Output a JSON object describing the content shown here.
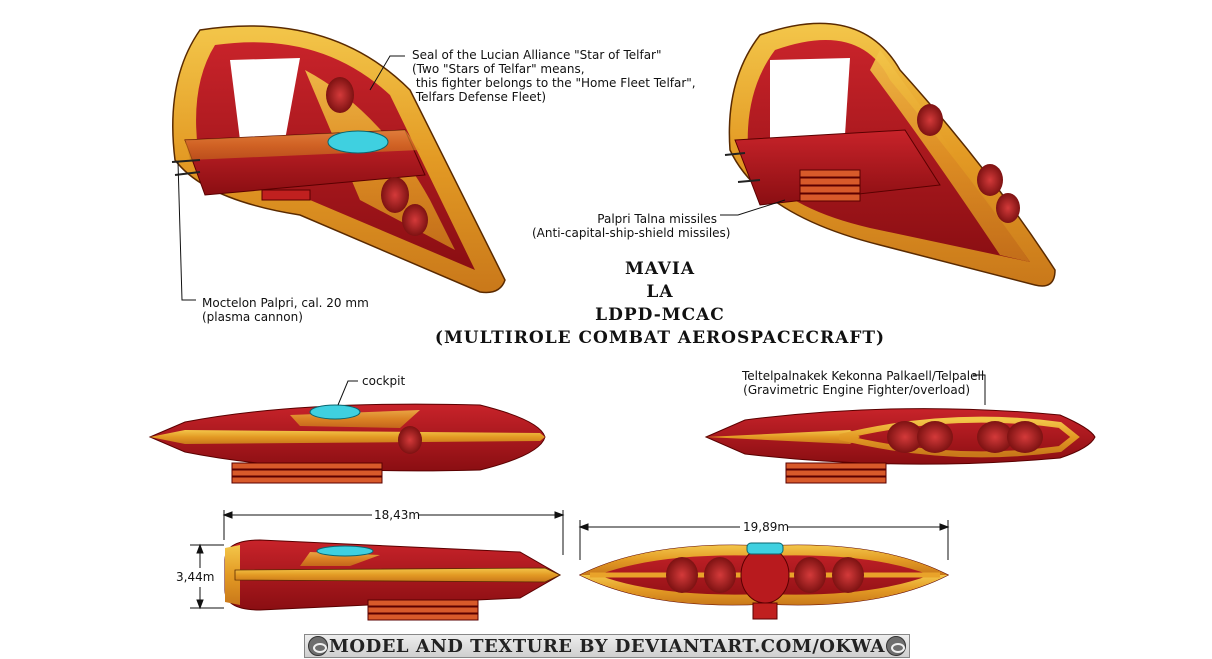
{
  "title_lines": [
    "MAVIA",
    "LA",
    "LDPD-MCAC",
    "(MULTIROLE COMBAT AEROSPACECRAFT)"
  ],
  "annotations": {
    "seal": [
      "Seal of the Lucian Alliance \"Star of Telfar\"",
      "(Two \"Stars of Telfar\" means,",
      " this fighter belongs to the \"Home Fleet Telfar\",",
      " Telfars Defense Fleet)"
    ],
    "cannon": [
      "Moctelon Palpri, cal. 20 mm",
      "(plasma cannon)"
    ],
    "missiles": [
      "Palpri Talna missiles",
      "(Anti-capital-ship-shield missiles)"
    ],
    "cockpit": "cockpit",
    "engine": [
      "Teltelpalnakek Kekonna Palkaell/Telpalell",
      "(Gravimetric Engine Fighter/overload)"
    ]
  },
  "dimensions": {
    "length": "18,43m",
    "height": "3,44m",
    "span": "19,89m"
  },
  "credit": "MODEL AND TEXTURE BY DEVIANTART.COM/OKWA",
  "colors": {
    "hull": "#b0141a",
    "trim": "#e9a32a",
    "cockpit": "#3fd0e0",
    "ink": "#111111"
  }
}
